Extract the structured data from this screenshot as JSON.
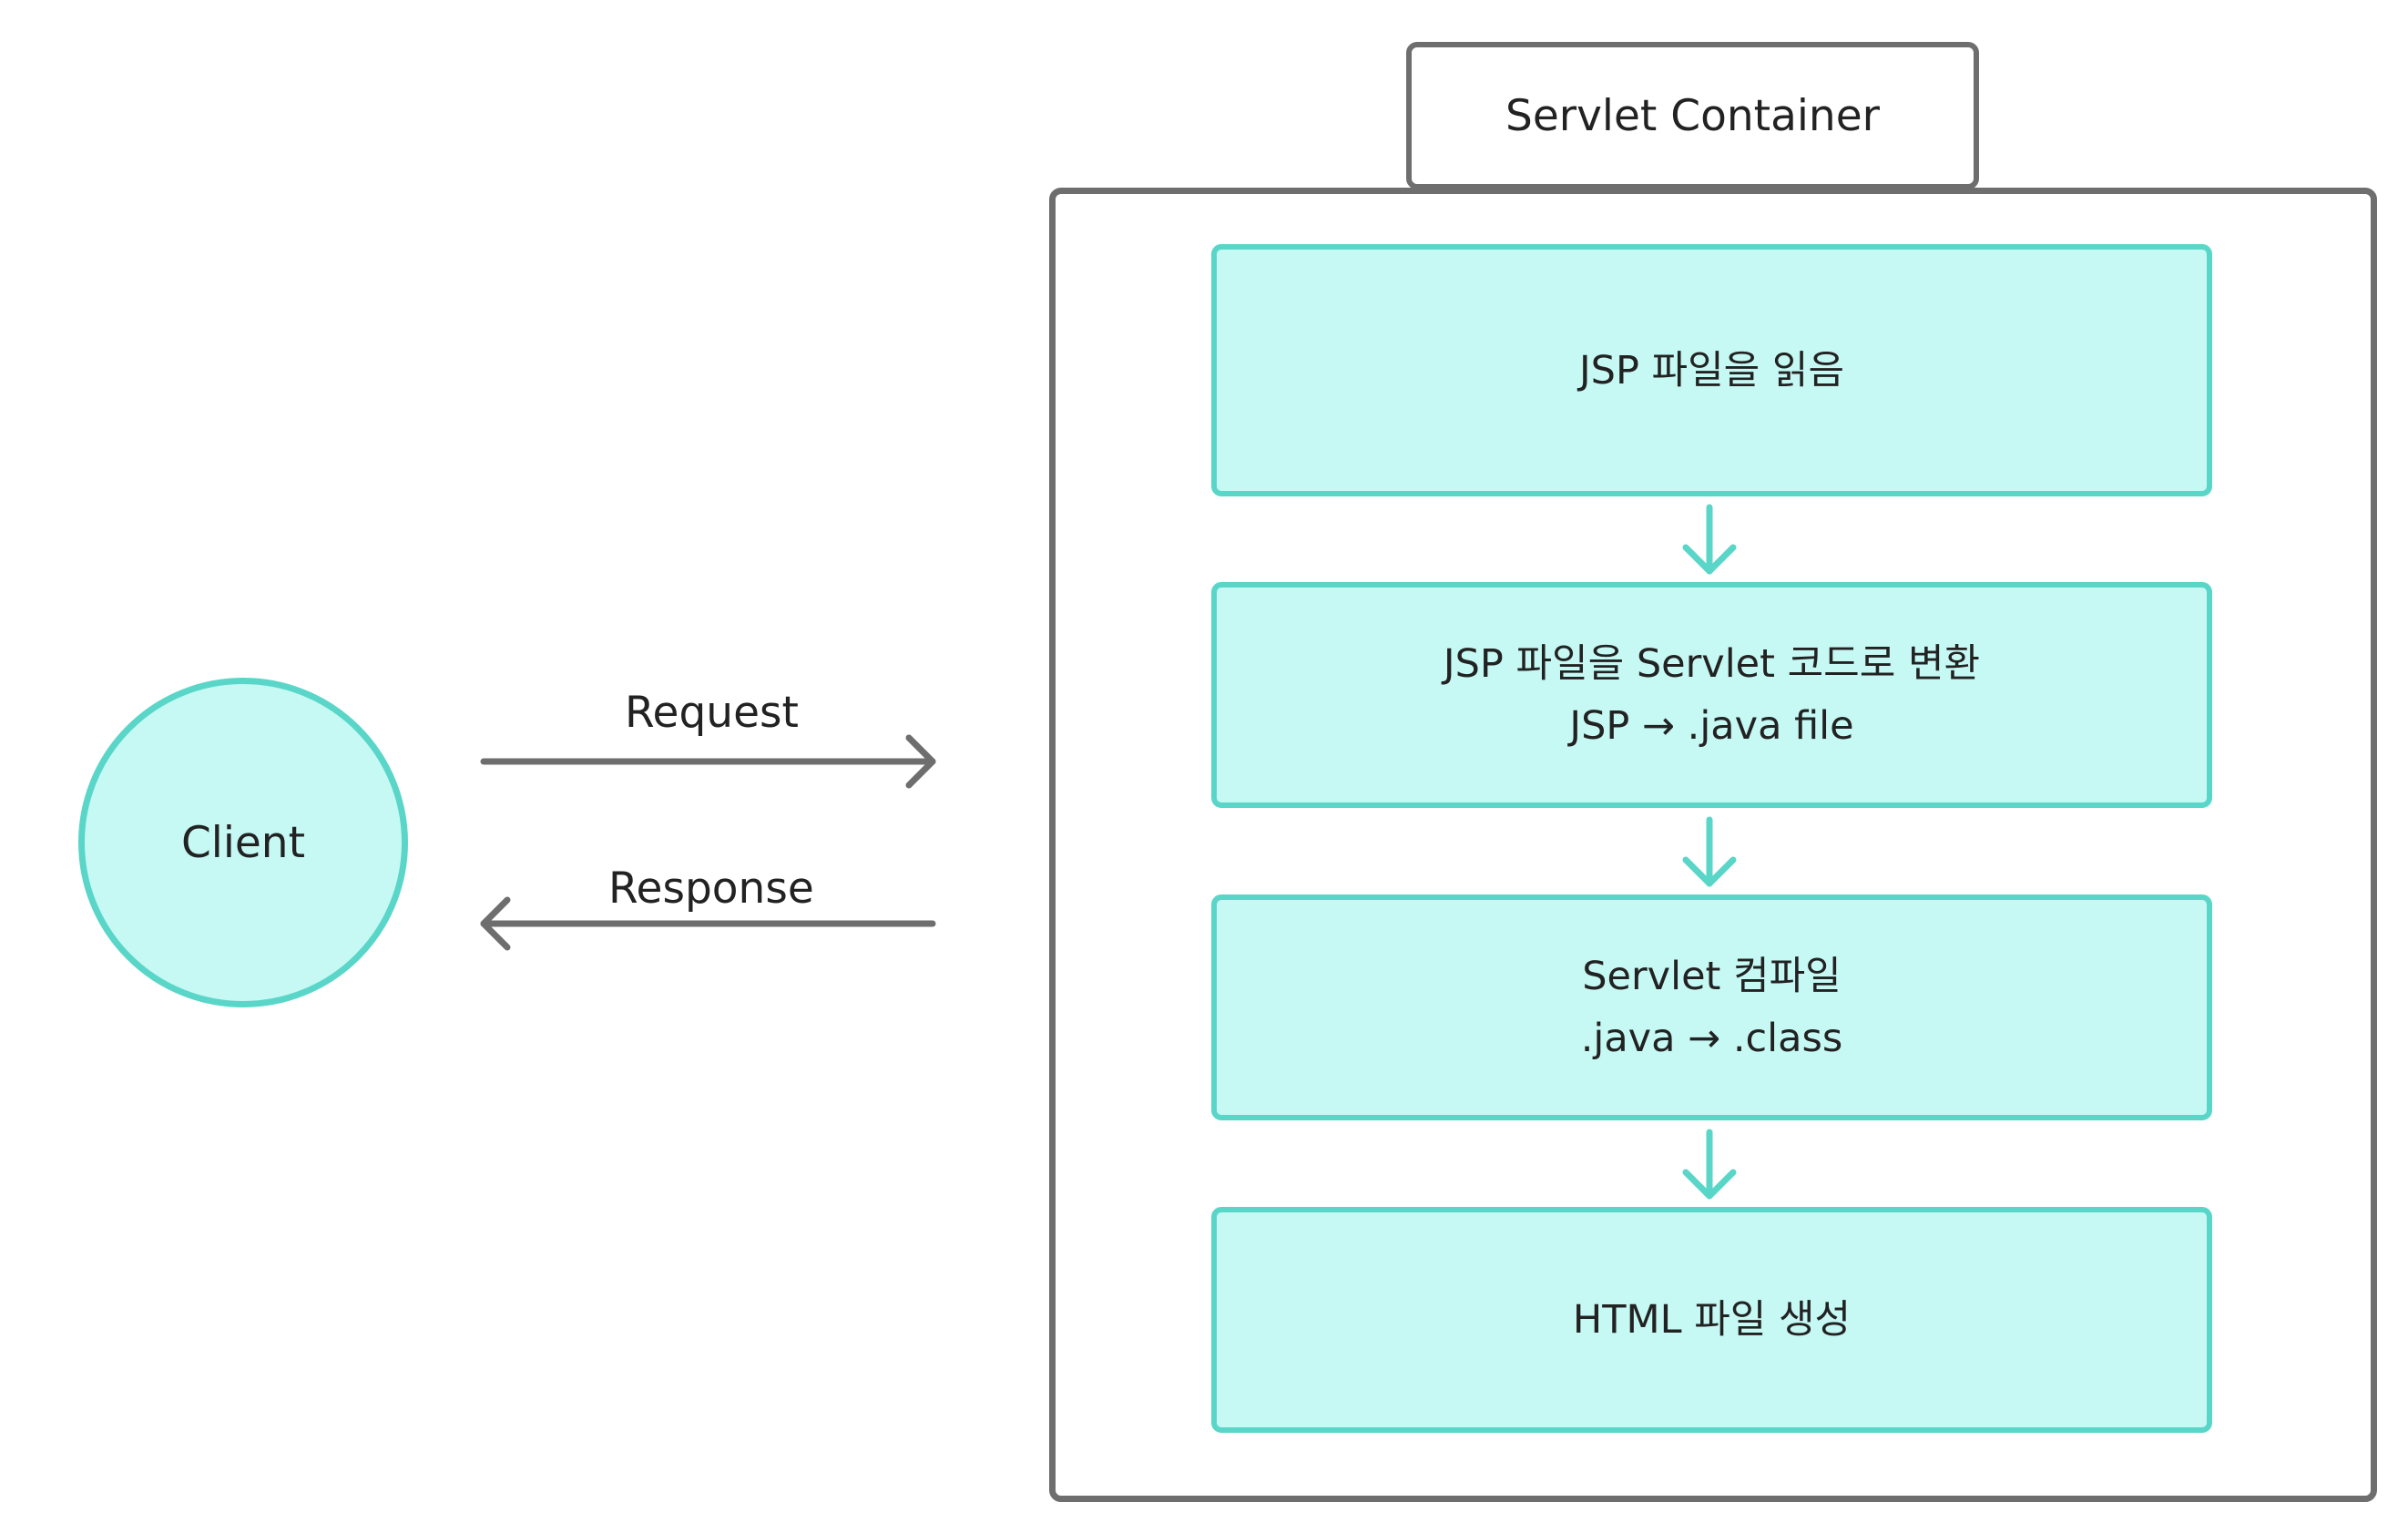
{
  "container": {
    "title": "Servlet Container"
  },
  "client": {
    "label": "Client"
  },
  "arrows": {
    "request": "Request",
    "response": "Response"
  },
  "steps": [
    {
      "line1": "JSP 파일을 읽음",
      "line2": ""
    },
    {
      "line1": "JSP 파일을 Servlet 코드로 변환",
      "line2": "JSP → .java file"
    },
    {
      "line1": "Servlet 컴파일",
      "line2": ".java → .class"
    },
    {
      "line1": "HTML 파일 생성",
      "line2": ""
    }
  ],
  "colors": {
    "box_fill": "#c6f9f4",
    "box_border": "#5ad6c9",
    "frame_border": "#6e6e6e",
    "arrow_gray": "#6e6e6e",
    "arrow_teal": "#5ad6c9"
  }
}
